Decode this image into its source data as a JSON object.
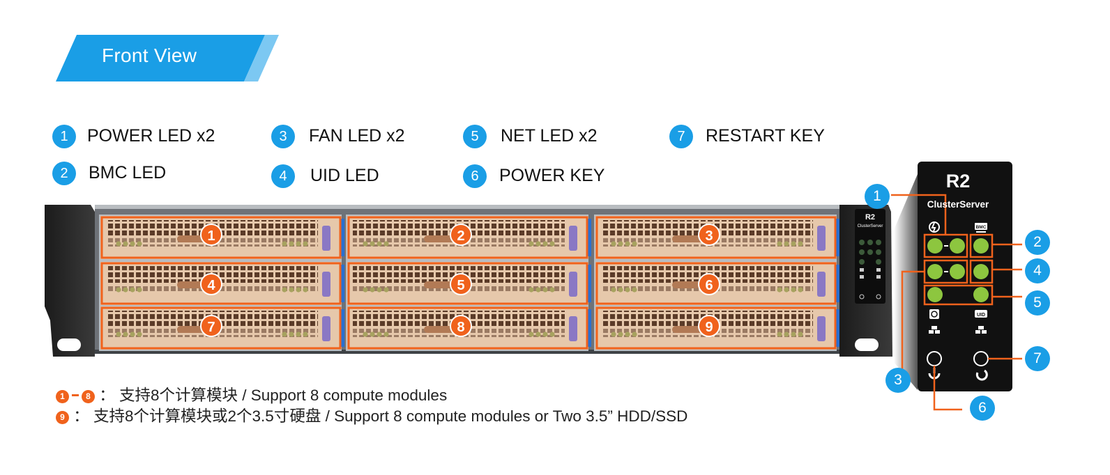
{
  "header": {
    "title": "Front View"
  },
  "legend": [
    {
      "num": "1",
      "label": "POWER LED x2"
    },
    {
      "num": "2",
      "label": "BMC LED"
    },
    {
      "num": "3",
      "label": "FAN LED x2"
    },
    {
      "num": "4",
      "label": "UID LED"
    },
    {
      "num": "5",
      "label": "NET LED x2"
    },
    {
      "num": "6",
      "label": "POWER KEY"
    },
    {
      "num": "7",
      "label": "RESTART KEY"
    }
  ],
  "slots": [
    "1",
    "2",
    "3",
    "4",
    "5",
    "6",
    "7",
    "8",
    "9"
  ],
  "panel": {
    "title": "R2",
    "subtitle": "ClusterServer",
    "mini_title": "R2",
    "mini_subtitle": "ClusterServer",
    "bmc_icon_text": "BMC",
    "uid_icon_text": "UID",
    "callouts": [
      "1",
      "2",
      "3",
      "4",
      "5",
      "6",
      "7"
    ]
  },
  "notes": {
    "line1": {
      "badge_start": "1",
      "badge_end": "8",
      "text": "： 支持8个计算模块 / Support 8 compute modules"
    },
    "line2": {
      "badge": "9",
      "text": "： 支持8个计算模块或2个3.5寸硬盘 / Support 8 compute modules or Two 3.5” HDD/SSD"
    }
  },
  "colors": {
    "accent_blue": "#1a9ee6",
    "accent_orange": "#f0621c",
    "led_green": "#8dc63f",
    "tray": "#e6c8ab",
    "panel": "#111111"
  }
}
